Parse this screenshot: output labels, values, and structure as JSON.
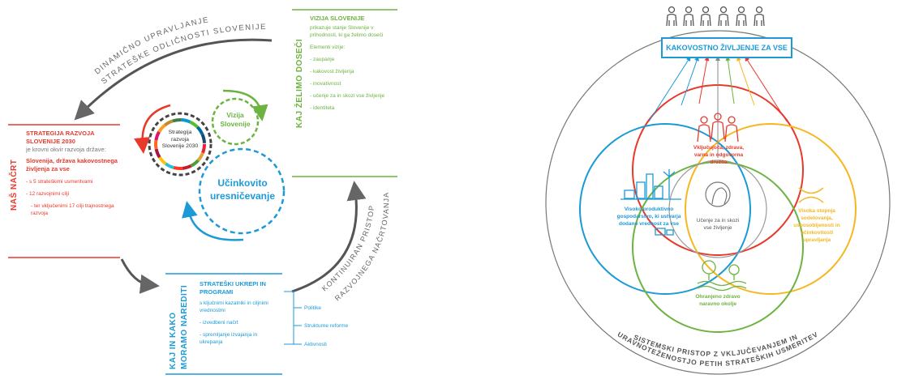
{
  "left": {
    "arc_top_text_line1": "DINAMIČNO UPRAVLJANJE",
    "arc_top_text_line2": "STRATEŠKE ODLIČNOSTI SLOVENIJE",
    "arc_right_text_line1": "KONTINUIRAN PRISTOP",
    "arc_right_text_line2": "RAZVOJNEGA NAČRTOVANJA",
    "gear_label": "Strategija razvoja Slovenije 2030",
    "vizija_circle": "Vizija Slovenije",
    "ucinkovito_circle": "Učinkovito uresničevanje",
    "nas_nacrt": {
      "side_label": "NAŠ NAČRT",
      "title": "STRATEGIJA RAZVOJA SLOVENIJE 2030",
      "desc": "je krovni okvir razvoja države:",
      "subtitle": "Slovenija, država kakovostnega življenja za vse",
      "items": [
        "- s 5 strateškimi usmeritvami",
        "- 12 razvojnimi cilji",
        "- ter vključenimi 17 cilji trajnostnega razvoja"
      ]
    },
    "kaj_zelimo": {
      "side_label": "KAJ ŽELIMO DOSEČI",
      "title": "VIZIJA SLOVENIJE",
      "desc": "prikazuje stanje Slovenije v prihodnosti, ki ga želimo doseči",
      "elements_title": "Elementi vizije:",
      "items": [
        "- zaupanje",
        "- kakovost življenja",
        "- inovativnost",
        "- učenje za in skozi vse življenje",
        "- identiteta"
      ]
    },
    "kaj_in_kako": {
      "side_label_line1": "KAJ IN KAKO",
      "side_label_line2": "MORAMO NAREDITI",
      "title": "STRATEŠKI UKREPI IN PROGRAMI",
      "desc": "s ključnimi kazalniki in ciljnimi vrednostmi",
      "items": [
        "- izvedbeni načrt",
        "- spremljanje izvajanja in ukrepanja"
      ],
      "branches": [
        "Politike",
        "Strukturne reforme",
        "Aktivnosti"
      ]
    }
  },
  "right": {
    "top_box": "KAKOVOSTNO ŽIVLJENJE ZA VSE",
    "red_label": "Vključujoča, zdrava, varna in odgovorna družba",
    "blue_label": "Visoko produktivno gospodarstvo, ki ustvarja dodano vrednost za vse",
    "yellow_label": "Visoka stopnja sodelovanja, usposobljenosti in učinkovitosti upravljanja",
    "green_label": "Ohranjeno zdravo naravno okolje",
    "center_label": "Učenje za in skozi vse življenje",
    "outer_line1": "SISTEMSKI PRISTOP Z VKLJUČEVANJEM IN",
    "outer_line2": "URAVNOTEŽENOSTJO PETIH STRATEŠKIH USMERITEV",
    "colors": {
      "red": "#e8392b",
      "blue": "#1c9ad6",
      "yellow": "#f6b722",
      "green": "#6cb33f",
      "gray": "#888888"
    }
  }
}
